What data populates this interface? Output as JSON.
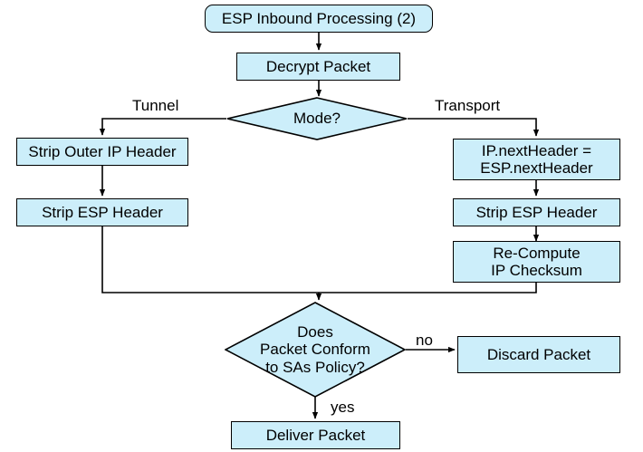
{
  "diagram": {
    "title": "ESP Inbound Processing (2)",
    "type": "flowchart",
    "colors": {
      "node_fill": "#cceefa",
      "node_stroke": "#000000",
      "background": "#ffffff",
      "text": "#000000"
    },
    "nodes": [
      {
        "id": "start",
        "shape": "rounded-rect",
        "label": "ESP Inbound Processing (2)"
      },
      {
        "id": "decrypt",
        "shape": "rect",
        "label": "Decrypt Packet"
      },
      {
        "id": "mode",
        "shape": "diamond",
        "label": "Mode?"
      },
      {
        "id": "strip-outer-ip",
        "shape": "rect",
        "label": "Strip Outer IP Header"
      },
      {
        "id": "strip-esp-left",
        "shape": "rect",
        "label": "Strip ESP Header"
      },
      {
        "id": "next-header",
        "shape": "rect",
        "label": "IP.nextHeader =\nESP.nextHeader"
      },
      {
        "id": "strip-esp-right",
        "shape": "rect",
        "label": "Strip ESP Header"
      },
      {
        "id": "recompute",
        "shape": "rect",
        "label": "Re-Compute\nIP Checksum"
      },
      {
        "id": "conform",
        "shape": "diamond",
        "label": "Does\nPacket Conform\nto SAs Policy?"
      },
      {
        "id": "discard",
        "shape": "rect",
        "label": "Discard Packet"
      },
      {
        "id": "deliver",
        "shape": "rect",
        "label": "Deliver Packet"
      }
    ],
    "edge_labels": [
      {
        "id": "tunnel",
        "text": "Tunnel",
        "from": "mode",
        "to": "strip-outer-ip"
      },
      {
        "id": "transport",
        "text": "Transport",
        "from": "mode",
        "to": "next-header"
      },
      {
        "id": "no",
        "text": "no",
        "from": "conform",
        "to": "discard"
      },
      {
        "id": "yes",
        "text": "yes",
        "from": "conform",
        "to": "deliver"
      }
    ]
  }
}
